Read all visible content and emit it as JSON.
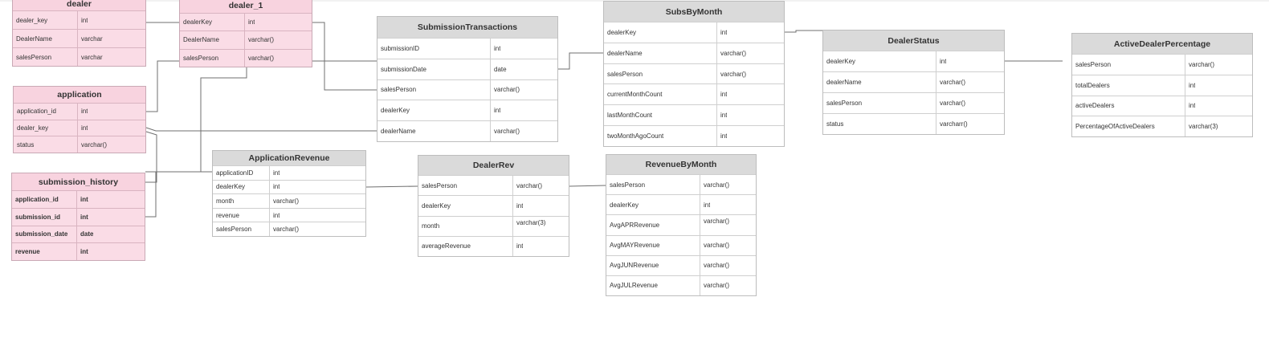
{
  "tables": {
    "dealer": {
      "title": "dealer",
      "rows": [
        {
          "name": "dealer_key",
          "type": "int"
        },
        {
          "name": "DealerName",
          "type": "varchar"
        },
        {
          "name": "salesPerson",
          "type": "varchar"
        }
      ]
    },
    "dealer_1": {
      "title": "dealer_1",
      "rows": [
        {
          "name": "dealerKey",
          "type": "int"
        },
        {
          "name": "DealerName",
          "type": "varchar()"
        },
        {
          "name": "salesPerson",
          "type": "varchar()"
        }
      ]
    },
    "application": {
      "title": "application",
      "rows": [
        {
          "name": "application_id",
          "type": "int"
        },
        {
          "name": "dealer_key",
          "type": "int"
        },
        {
          "name": "status",
          "type": "varchar()"
        }
      ]
    },
    "submission_history": {
      "title": "submission_history",
      "rows": [
        {
          "name": "application_id",
          "type": "int"
        },
        {
          "name": "submission_id",
          "type": "int"
        },
        {
          "name": "submission_date",
          "type": "date"
        },
        {
          "name": "revenue",
          "type": "int"
        }
      ]
    },
    "submission_transactions": {
      "title": "SubmissionTransactions",
      "rows": [
        {
          "name": "submissionID",
          "type": "int"
        },
        {
          "name": "submissionDate",
          "type": "date"
        },
        {
          "name": "salesPerson",
          "type": "varchar()"
        },
        {
          "name": "dealerKey",
          "type": "int"
        },
        {
          "name": "dealerName",
          "type": "varchar()"
        }
      ]
    },
    "subs_by_month": {
      "title": "SubsByMonth",
      "rows": [
        {
          "name": "dealerKey",
          "type": "int"
        },
        {
          "name": "dealerName",
          "type": "varchar()"
        },
        {
          "name": "salesPerson",
          "type": "varchar()"
        },
        {
          "name": "currentMonthCount",
          "type": "int"
        },
        {
          "name": "lastMonthCount",
          "type": "int"
        },
        {
          "name": "twoMonthAgoCount",
          "type": "int"
        }
      ]
    },
    "dealer_status": {
      "title": "DealerStatus",
      "rows": [
        {
          "name": "dealerKey",
          "type": "int"
        },
        {
          "name": "dealerName",
          "type": "varchar()"
        },
        {
          "name": "salesPerson",
          "type": "varchar()"
        },
        {
          "name": "status",
          "type": "varcharr()"
        }
      ]
    },
    "active_dealer_percentage": {
      "title": "ActiveDealerPercentage",
      "rows": [
        {
          "name": "salesPerson",
          "type": "varchar()"
        },
        {
          "name": "totalDealers",
          "type": "int"
        },
        {
          "name": "activeDealers",
          "type": "int"
        },
        {
          "name": "PercentageOfActiveDealers",
          "type": "varchar(3)"
        }
      ]
    },
    "application_revenue": {
      "title": "ApplicationRevenue",
      "rows": [
        {
          "name": "applicationID",
          "type": "int"
        },
        {
          "name": "dealerKey",
          "type": "int"
        },
        {
          "name": "month",
          "type": "varchar()"
        },
        {
          "name": "revenue",
          "type": "int"
        },
        {
          "name": "salesPerson",
          "type": "varchar()"
        }
      ]
    },
    "dealer_rev": {
      "title": "DealerRev",
      "rows": [
        {
          "name": "salesPerson",
          "type": "varchar()"
        },
        {
          "name": "dealerKey",
          "type": "int"
        },
        {
          "name": "month",
          "type": "varchar(3)"
        },
        {
          "name": "averageRevenue",
          "type": "int"
        }
      ]
    },
    "revenue_by_month": {
      "title": "RevenueByMonth",
      "rows": [
        {
          "name": "salesPerson",
          "type": "varchar()"
        },
        {
          "name": "dealerKey",
          "type": "int"
        },
        {
          "name": "AvgAPRRevenue",
          "type": "varchar()"
        },
        {
          "name": "AvgMAYRevenue",
          "type": "varchar()"
        },
        {
          "name": "AvgJUNRevenue",
          "type": "varchar()"
        },
        {
          "name": "AvgJULRevenue",
          "type": "varchar()"
        }
      ]
    }
  },
  "colors": {
    "source_table_fill": "#fadce6",
    "source_table_header": "#f8d3df",
    "derived_table_header": "#dadada",
    "connector": "#6f6f6f"
  }
}
